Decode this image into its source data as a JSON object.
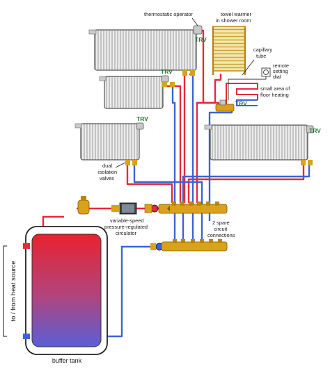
{
  "labels": {
    "thermostatic_operator": "thermostatic operator",
    "towel_warmer_line1": "towel warmer",
    "towel_warmer_line2": "in shower room",
    "capillary_line1": "capillary",
    "capillary_line2": "tube",
    "remote_line1": "remote",
    "remote_line2": "setting",
    "remote_line3": "dial",
    "floor_line1": "small area of",
    "floor_line2": "floor heating",
    "isolation_line1": "dual",
    "isolation_line2": "isolation",
    "isolation_line3": "valves",
    "circulator_line1": "variable-speed",
    "circulator_line2": "pressure-regulated",
    "circulator_line3": "circulator",
    "spare_line1": "2 spare",
    "spare_line2": "circuit",
    "spare_line3": "connections",
    "heat_source": "to / from heat source",
    "buffer_tank": "buffer tank",
    "trv": "TRV"
  },
  "colors": {
    "supply": "#e8283a",
    "return": "#3b63d6",
    "brass": "#d9a21a",
    "radiator": "#e6e6e6",
    "trv_text": "#1f7a2e"
  }
}
